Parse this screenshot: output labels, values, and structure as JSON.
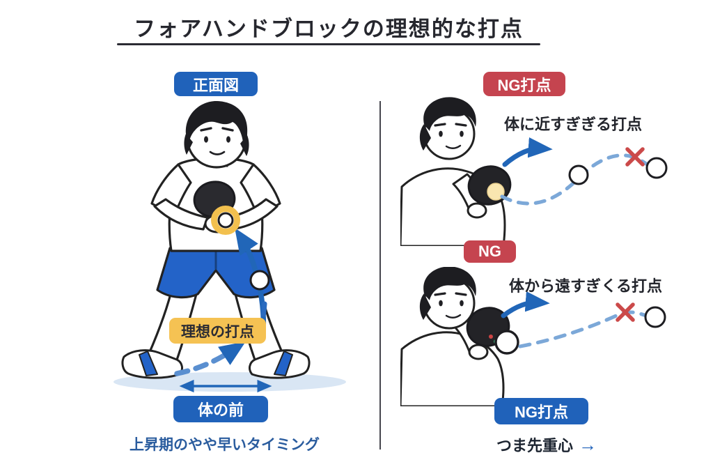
{
  "title": "フォアハンドブロックの理想的な打点",
  "left": {
    "view_badge": "正面図",
    "ideal_point_badge": "理想の打点",
    "body_front_badge": "体の前",
    "timing_caption": "上昇期のやや早いタイミング"
  },
  "right": {
    "ng_point_badge_top": "NG打点",
    "too_close_caption": "体に近すぎぎる打点",
    "ng_badge": "NG",
    "too_far_caption": "体から遠すぎくる打点",
    "ng_point_badge_bottom": "NG打点",
    "toe_weight_label": "つま先重心",
    "toe_weight_arrow": "→"
  },
  "icons": {
    "ng_cross": "×",
    "direction_arrow": "→"
  },
  "colors": {
    "blue_badge": "#2062ba",
    "red_badge": "#c5444f",
    "yellow_badge": "#f5c253",
    "highlight_ring": "#f2c04e",
    "arrow_blue": "#2166b8",
    "trajectory_blue": "#7ca8d8",
    "caption_blue": "#2a5c9e",
    "ng_cross_red": "#cb4a4a",
    "outline_dark": "#222222",
    "shorts_blue": "#2363c8",
    "shadow_blue": "#d9e6f4"
  }
}
